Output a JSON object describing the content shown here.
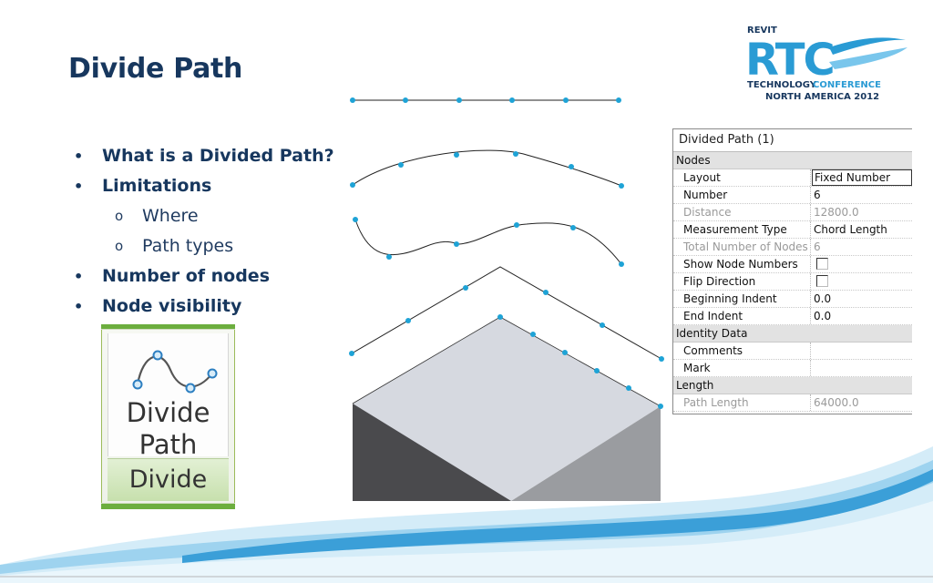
{
  "slide": {
    "title": "Divide Path"
  },
  "logo": {
    "line1": "REVIT",
    "line2": "RTC",
    "line3": "TECHNOLOGY",
    "line3b": "CONFERENCE",
    "line4": "NORTH AMERICA 2012"
  },
  "bullets": [
    {
      "text": "What is a Divided Path?",
      "level": 1,
      "marker": "•"
    },
    {
      "text": "Limitations",
      "level": 1,
      "marker": "•"
    },
    {
      "text": "Where",
      "level": 2,
      "marker": "o"
    },
    {
      "text": "Path types",
      "level": 2,
      "marker": "o"
    },
    {
      "text": "Number of nodes",
      "level": 1,
      "marker": "•"
    },
    {
      "text": "Node visibility",
      "level": 1,
      "marker": "•"
    }
  ],
  "ribbon_button": {
    "label_line1": "Divide",
    "label_line2": "Path",
    "panel_label": "Divide"
  },
  "properties": {
    "header": "Divided Path (1)",
    "groups": {
      "nodes": "Nodes",
      "identity": "Identity Data",
      "length": "Length"
    },
    "rows": {
      "layout": {
        "key": "Layout",
        "value": "Fixed Number"
      },
      "number": {
        "key": "Number",
        "value": "6"
      },
      "distance": {
        "key": "Distance",
        "value": "12800.0"
      },
      "measurement_type": {
        "key": "Measurement Type",
        "value": "Chord Length"
      },
      "total_nodes": {
        "key": "Total Number of Nodes",
        "value": "6"
      },
      "show_node_numbers": {
        "key": "Show Node Numbers",
        "checked": false
      },
      "flip_direction": {
        "key": "Flip Direction",
        "checked": false
      },
      "beginning_indent": {
        "key": "Beginning Indent",
        "value": "0.0"
      },
      "end_indent": {
        "key": "End Indent",
        "value": "0.0"
      },
      "comments": {
        "key": "Comments",
        "value": ""
      },
      "mark": {
        "key": "Mark",
        "value": ""
      },
      "path_length": {
        "key": "Path Length",
        "value": "64000.0"
      }
    }
  },
  "colors": {
    "title": "#17375e",
    "node": "#1ea3d6",
    "ribbon_green": "#6cae3e",
    "swoosh_blue": "#3b9fd8"
  }
}
